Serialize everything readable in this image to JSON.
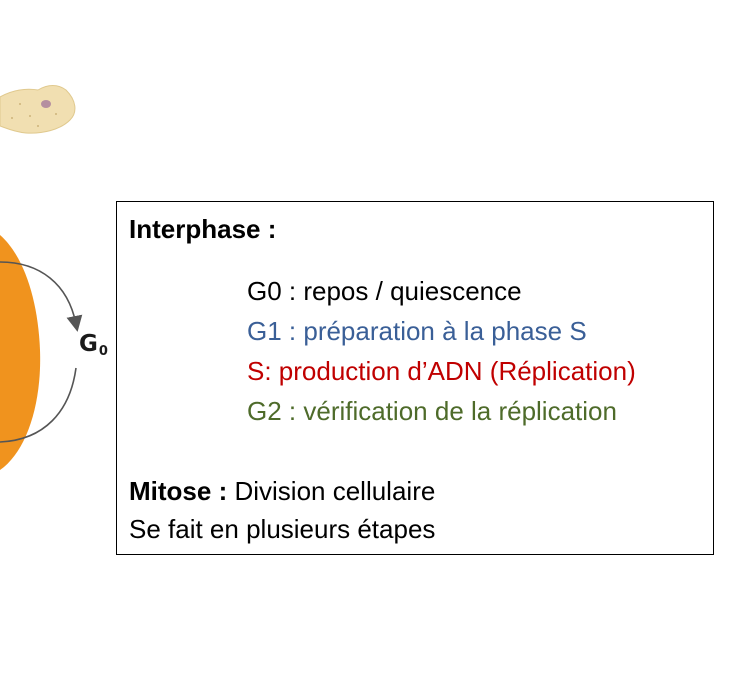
{
  "diagram": {
    "g0_label": "G",
    "g0_subscript": "0",
    "colors": {
      "orange_ring": "#f0931e",
      "arrow": "#555555",
      "cell_fill": "#f1dfb1"
    }
  },
  "info": {
    "interphase_heading": "Interphase :",
    "phases": {
      "g0": "G0 : repos / quiescence",
      "g1": "G1 : préparation à la phase S",
      "s": "S: production d’ADN (Réplication)",
      "g2": "G2 : vérification de la réplication"
    },
    "mitose_heading": "Mitose :",
    "mitose_desc": " Division cellulaire",
    "mitose_note": "Se fait en plusieurs étapes",
    "colors": {
      "g0": "#000000",
      "g1": "#3a5f97",
      "s": "#c00000",
      "g2": "#4e6b2a"
    }
  }
}
